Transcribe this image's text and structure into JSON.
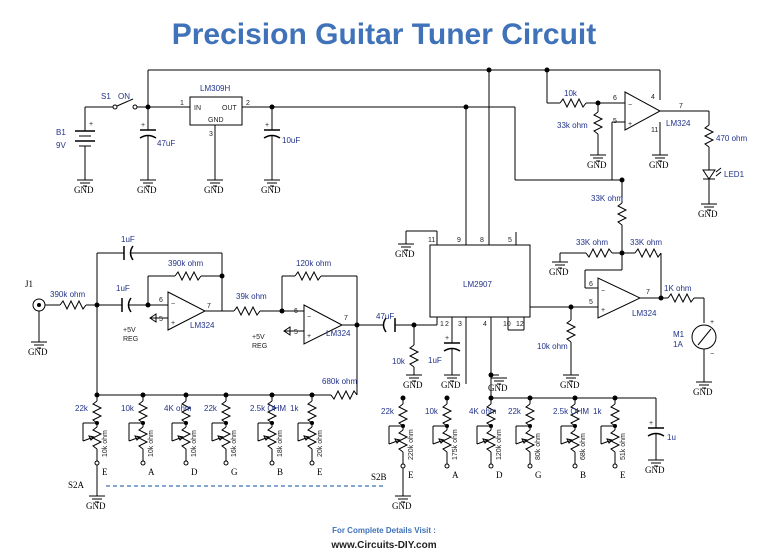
{
  "title": "Precision Guitar Tuner Circuit",
  "footer": {
    "line1": "For Complete Details Visit :",
    "line2": "www.Circuits-DIY.com"
  },
  "gnd": "GND",
  "battery": {
    "ref": "B1",
    "value": "9V"
  },
  "switch": {
    "ref": "S1",
    "state": "ON"
  },
  "regulator": {
    "name": "LM309H",
    "in": "IN",
    "out": "OUT",
    "gnd": "GND",
    "pin1": "1",
    "pin2": "2",
    "pin3": "3"
  },
  "caps": {
    "c47u": "47uF",
    "c10u": "10uF",
    "c1u_a": "1uF",
    "c1u_b": "1uF",
    "c47u_b": "47uF",
    "c1u_c": "1uF",
    "c1u_d": "1u"
  },
  "jack": "J1",
  "opamp": "LM324",
  "pin_numbers": {
    "p1": "6",
    "p2": "5",
    "p3": "7",
    "p4": "4",
    "p5": "11"
  },
  "reg5v": {
    "a": "+5V",
    "b": "REG"
  },
  "resistors": {
    "r10k": "10k",
    "r33k": "33k ohm",
    "r470": "470 ohm",
    "r33K_a": "33K ohm",
    "r33K_b": "33K ohm",
    "r33K_c": "33K ohm",
    "r1k": "1K ohm",
    "r390k_in": "390k ohm",
    "r390k_fb": "390k ohm",
    "r39k": "39k ohm",
    "r120k": "120k ohm",
    "r680k": "680k ohm",
    "r10k_b": "10k",
    "r10k_ohm": "10k ohm"
  },
  "led": "LED1",
  "meter": {
    "ref": "M1",
    "value": "1A"
  },
  "lm2907": {
    "name": "LM2907",
    "pins": [
      "11",
      "9",
      "8",
      "5",
      "1",
      "2",
      "3",
      "4",
      "10",
      "12"
    ]
  },
  "bank1": {
    "switch": "S2A",
    "trims": [
      {
        "fixed": "22k",
        "pot": "10k ohm",
        "note": "E"
      },
      {
        "fixed": "10k",
        "pot": "10k ohm",
        "note": "A"
      },
      {
        "fixed": "4K ohm",
        "pot": "10k ohm",
        "note": "D"
      },
      {
        "fixed": "22k",
        "pot": "16k ohm",
        "note": "G"
      },
      {
        "fixed": "2.5k OHM",
        "pot": "18k ohm",
        "note": "B"
      },
      {
        "fixed": "1k",
        "pot": "20k ohm",
        "note": "E"
      }
    ]
  },
  "bank2": {
    "switch": "S2B",
    "trims": [
      {
        "fixed": "22k",
        "pot": "220k ohm",
        "note": "E"
      },
      {
        "fixed": "10k",
        "pot": "175k ohm",
        "note": "A"
      },
      {
        "fixed": "4K ohm",
        "pot": "120k ohm",
        "note": "D"
      },
      {
        "fixed": "22k",
        "pot": "80k ohm",
        "note": "G"
      },
      {
        "fixed": "2.5k OHM",
        "pot": "68k ohm",
        "note": "B"
      },
      {
        "fixed": "1k",
        "pot": "51k ohm",
        "note": "E"
      }
    ]
  }
}
